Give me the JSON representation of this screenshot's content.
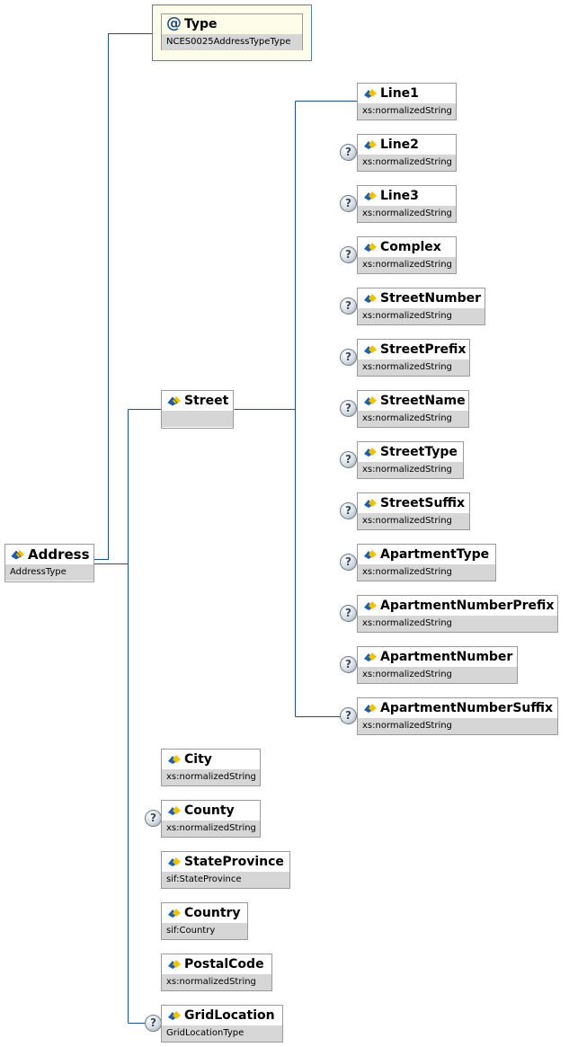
{
  "nodes": {
    "address": {
      "name": "Address",
      "type": "AddressType"
    },
    "type_attr": {
      "name": "Type",
      "type": "NCES0025AddressTypeType",
      "icon": "@"
    },
    "street": {
      "name": "Street"
    },
    "street_children": [
      {
        "name": "Line1",
        "type": "xs:normalizedString",
        "optional": false
      },
      {
        "name": "Line2",
        "type": "xs:normalizedString",
        "optional": true
      },
      {
        "name": "Line3",
        "type": "xs:normalizedString",
        "optional": true
      },
      {
        "name": "Complex",
        "type": "xs:normalizedString",
        "optional": true
      },
      {
        "name": "StreetNumber",
        "type": "xs:normalizedString",
        "optional": true
      },
      {
        "name": "StreetPrefix",
        "type": "xs:normalizedString",
        "optional": true
      },
      {
        "name": "StreetName",
        "type": "xs:normalizedString",
        "optional": true
      },
      {
        "name": "StreetType",
        "type": "xs:normalizedString",
        "optional": true
      },
      {
        "name": "StreetSuffix",
        "type": "xs:normalizedString",
        "optional": true
      },
      {
        "name": "ApartmentType",
        "type": "xs:normalizedString",
        "optional": true
      },
      {
        "name": "ApartmentNumberPrefix",
        "type": "xs:normalizedString",
        "optional": true
      },
      {
        "name": "ApartmentNumber",
        "type": "xs:normalizedString",
        "optional": true
      },
      {
        "name": "ApartmentNumberSuffix",
        "type": "xs:normalizedString",
        "optional": true
      }
    ],
    "address_children": [
      {
        "name": "City",
        "type": "xs:normalizedString",
        "optional": false
      },
      {
        "name": "County",
        "type": "xs:normalizedString",
        "optional": true
      },
      {
        "name": "StateProvince",
        "type": "sif:StateProvince",
        "optional": false
      },
      {
        "name": "Country",
        "type": "sif:Country",
        "optional": false
      },
      {
        "name": "PostalCode",
        "type": "xs:normalizedString",
        "optional": false
      },
      {
        "name": "GridLocation",
        "type": "GridLocationType",
        "optional": true
      }
    ]
  },
  "optional_marker": "?",
  "colors": {
    "connector": "#1f4f7f",
    "type_band": "#d6d6d6",
    "attribute_background": "#fdfde9",
    "element_icon_blue": "#1f5faf",
    "element_icon_yellow": "#f2c200"
  },
  "icons": {
    "element": "element-diamond-icon",
    "attribute": "attribute-at-icon",
    "optional": "optional-question-icon"
  }
}
